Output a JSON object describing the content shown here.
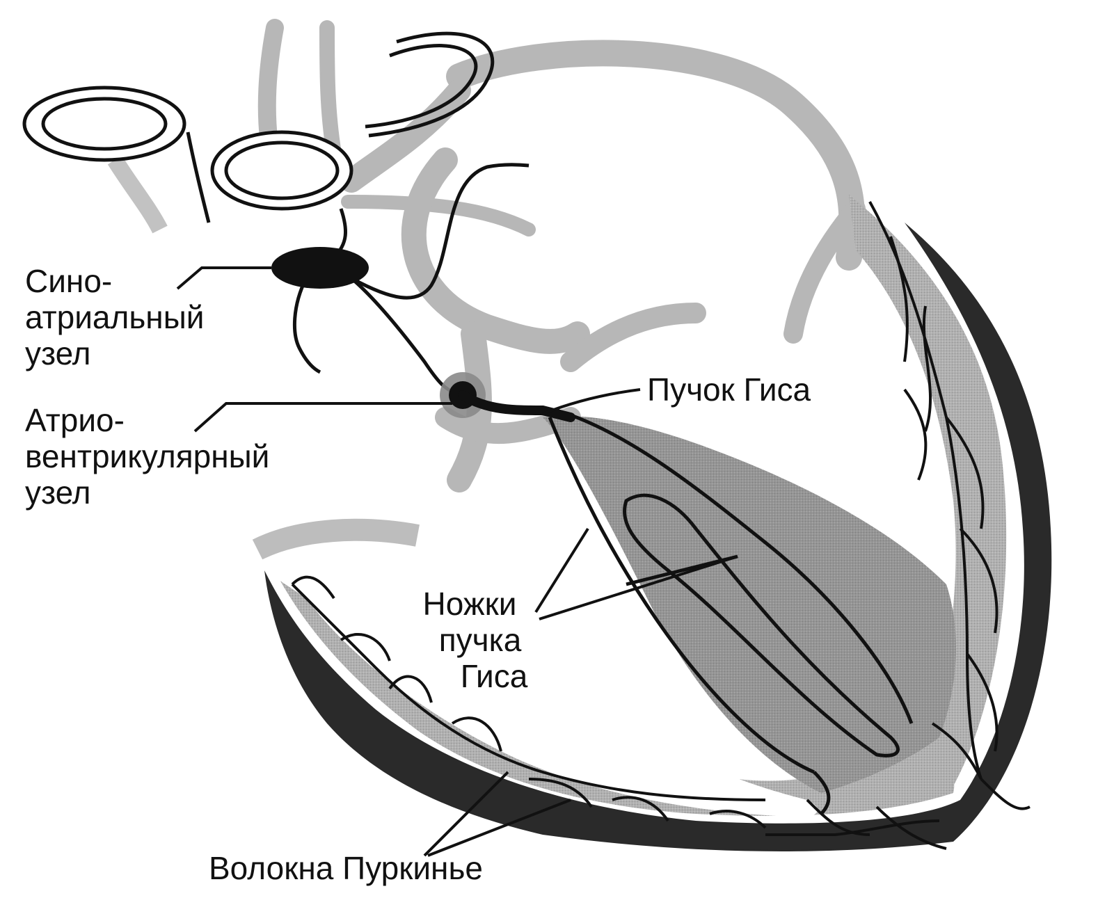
{
  "labels": {
    "sa_node": [
      "Сино-",
      "атриальный",
      "узел"
    ],
    "av_node": [
      "Атрио-",
      "вентрикулярный",
      "узел"
    ],
    "bundle_his": "Пучок Гиса",
    "bundle_branches": [
      "Ножки",
      "пучка",
      "Гиса"
    ],
    "purkinje": "Волокна Пуркинье"
  },
  "colors": {
    "ink": "#111111",
    "tissue_gray": "#b3b3b3",
    "myocardium": "#9a9a9a",
    "outer_wall": "#2a2a2a",
    "background": "#ffffff"
  }
}
